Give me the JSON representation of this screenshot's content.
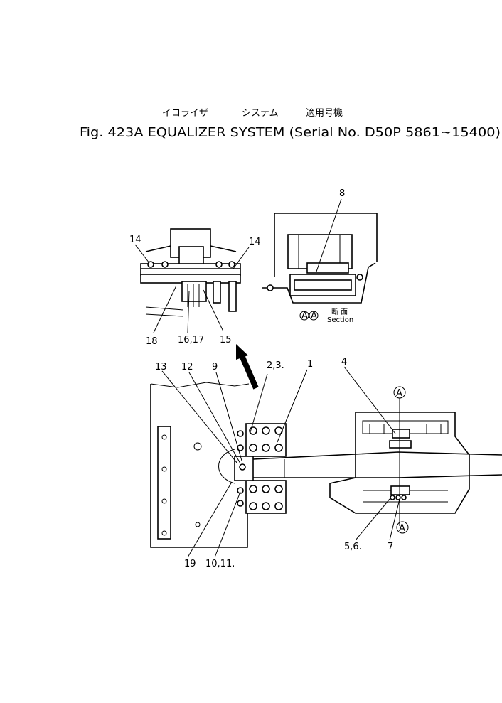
{
  "title": {
    "jp_equalizer": "イコライザ",
    "jp_system": "システム",
    "jp_applicable": "適用号機",
    "main": "Fig. 423A  EQUALIZER   SYSTEM  (Serial No. D50P  5861~15400)"
  },
  "section_view": {
    "jp_label": "断 面",
    "en_label": "Section",
    "marker": "A"
  },
  "part_labels": {
    "p1": "1",
    "p2_3": "2,3.",
    "p4": "4",
    "p5_6": "5,6.",
    "p7": "7",
    "p8": "8",
    "p9": "9",
    "p10_11": "10,11.",
    "p12": "12",
    "p13": "13",
    "p14_left": "14",
    "p14_right": "14",
    "p15": "15",
    "p16_17": "16,17",
    "p18": "18",
    "p19": "19"
  }
}
